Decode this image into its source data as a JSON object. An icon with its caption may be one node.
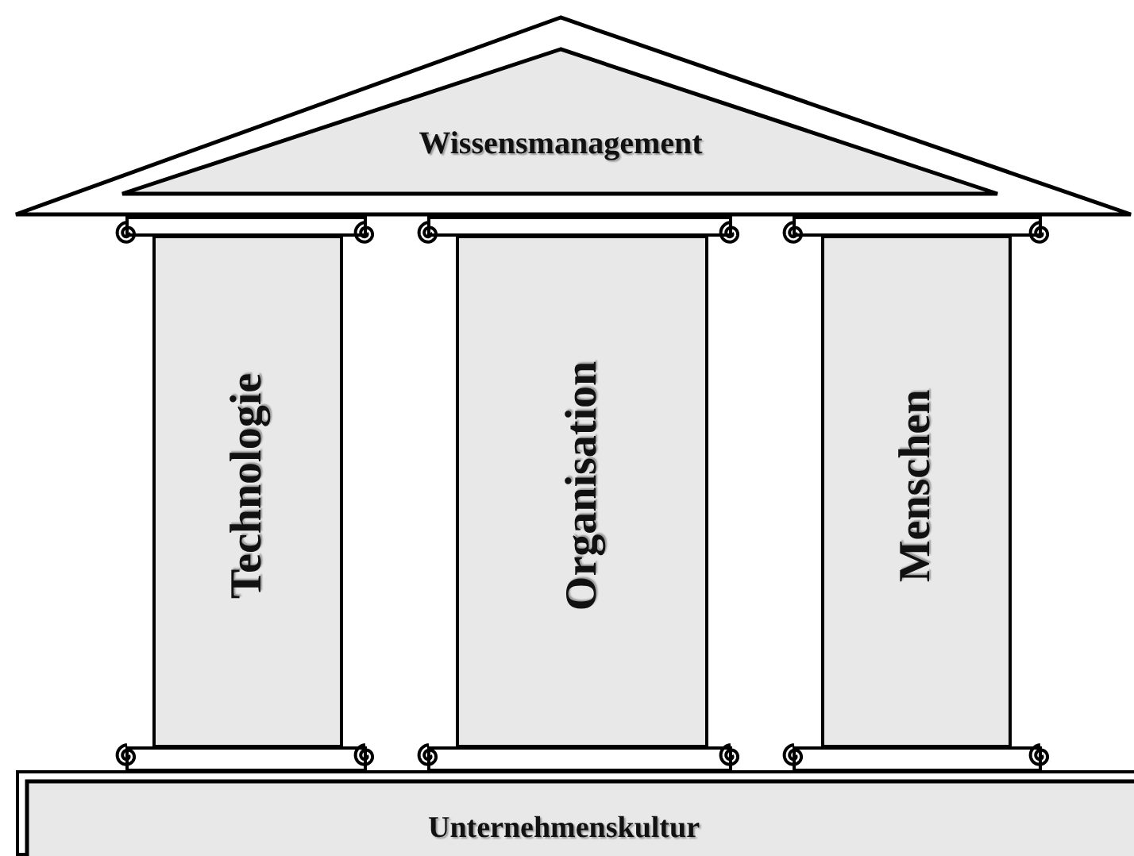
{
  "diagram": {
    "nodes": [
      {
        "text": [
          "Wissensmanagement"
        ]
      },
      {
        "text": [
          "Technologie"
        ]
      },
      {
        "text": [
          "Organisation"
        ]
      },
      {
        "text": [
          "Menschen"
        ]
      },
      {
        "text": [
          "Unternehmenskultur"
        ]
      }
    ]
  }
}
